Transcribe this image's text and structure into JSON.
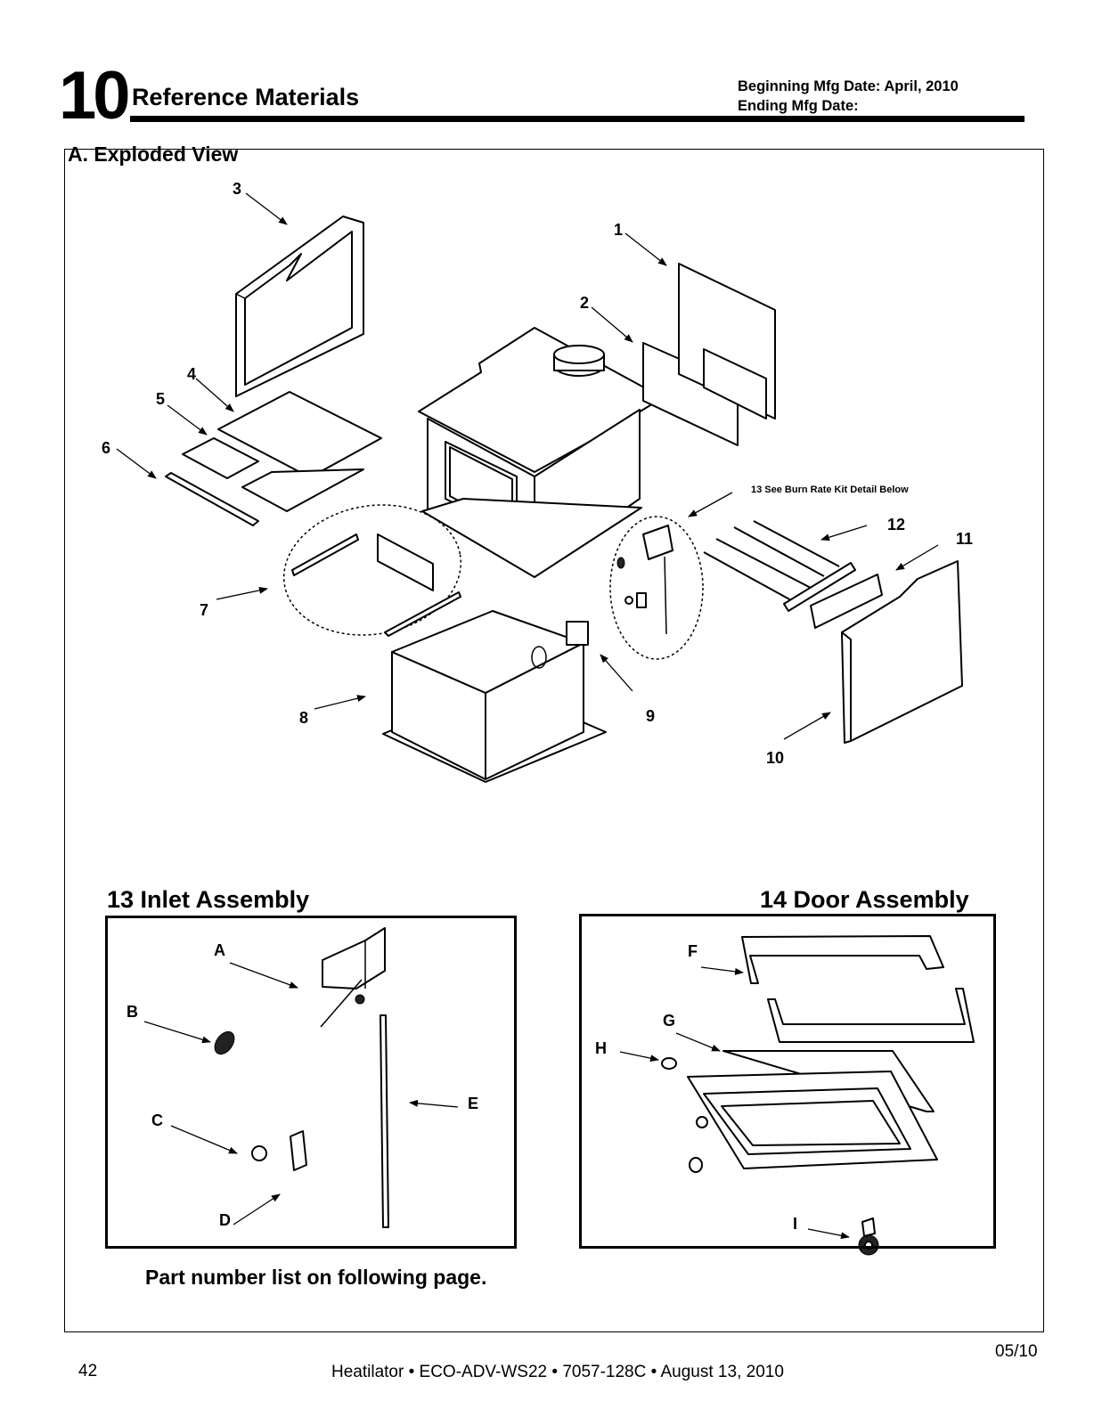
{
  "header": {
    "section_number": "10",
    "section_title": "Reference Materials",
    "beginning_mfg_date": "Beginning Mfg Date: April, 2010",
    "ending_mfg_date": "Ending Mfg Date:"
  },
  "exploded_view": {
    "title": "A. Exploded View",
    "callouts": [
      "1",
      "2",
      "3",
      "4",
      "5",
      "6",
      "7",
      "8",
      "9",
      "10",
      "11",
      "12"
    ],
    "burn_rate_note": "13 See Burn Rate Kit Detail Below"
  },
  "inlet_assembly": {
    "title": "13 Inlet Assembly",
    "callouts": [
      "A",
      "B",
      "C",
      "D",
      "E"
    ]
  },
  "door_assembly": {
    "title": "14 Door Assembly",
    "callouts": [
      "F",
      "G",
      "H",
      "I"
    ]
  },
  "note": "Part number list on following page.",
  "footer": {
    "revision": "05/10",
    "page_number": "42",
    "document_line": "Heatilator • ECO-ADV-WS22 • 7057-128C • August 13, 2010"
  }
}
